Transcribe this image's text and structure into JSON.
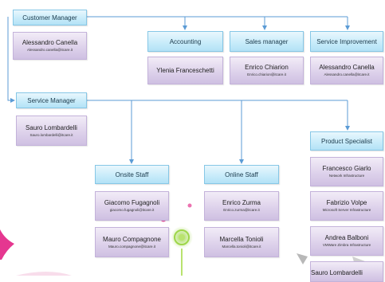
{
  "colors": {
    "connector": "#5b9bd5",
    "role_fill": "#c9ecfa",
    "role_border": "#86c7e6",
    "person_fill": "#dcd0ea",
    "person_border": "#c3b2da"
  },
  "roles": {
    "customer_manager": "Customer Manager",
    "accounting": "Accounting",
    "sales_manager": "Sales manager",
    "service_improvement": "Service Improvement",
    "service_manager": "Service Manager",
    "product_specialist": "Product Specialist",
    "onsite_staff": "Onsite Staff",
    "online_staff": "Online Staff"
  },
  "people": {
    "cm_canella": {
      "name": "Alessandro Canella",
      "note": "Alessandro.canella@itcare.it"
    },
    "acc_franceschetti": {
      "name": "Ylenia Franceschetti"
    },
    "sales_chiarion": {
      "name": "Enrico Chiarion",
      "note": "Enrico.chiarion@itcare.it"
    },
    "si_canella": {
      "name": "Alessandro Canella",
      "note": "Alessandro.canella@itcare.it"
    },
    "sm_lombardelli": {
      "name": "Sauro Lombardelli",
      "note": "Sauro.lombardelli@itcare.it"
    },
    "onsite_fugagnoli": {
      "name": "Giacomo Fugagnoli",
      "note": "giacomo.fugagnoli@itcare.it"
    },
    "onsite_compagnone": {
      "name": "Mauro Compagnone",
      "note": "Mauro.compagnone@itcare.it"
    },
    "online_zurma": {
      "name": "Enrico Zurma",
      "note": "Enrico.zurma@itcare.it"
    },
    "online_tonioli": {
      "name": "Marcella Tonioli",
      "note": "Marcella.tonioli@itcare.it"
    },
    "ps_giarlo": {
      "name": "Francesco Giarlo",
      "note": "Network Infrastructure"
    },
    "ps_volpe": {
      "name": "Fabrizio Volpe",
      "note": "Microsoft Server Infrastructure"
    },
    "ps_balboni": {
      "name": "Andrea Balboni",
      "note": "VMWare Zimbra Infrastructure"
    },
    "ps_lombardelli": {
      "name": "Sauro Lombardelli"
    }
  }
}
